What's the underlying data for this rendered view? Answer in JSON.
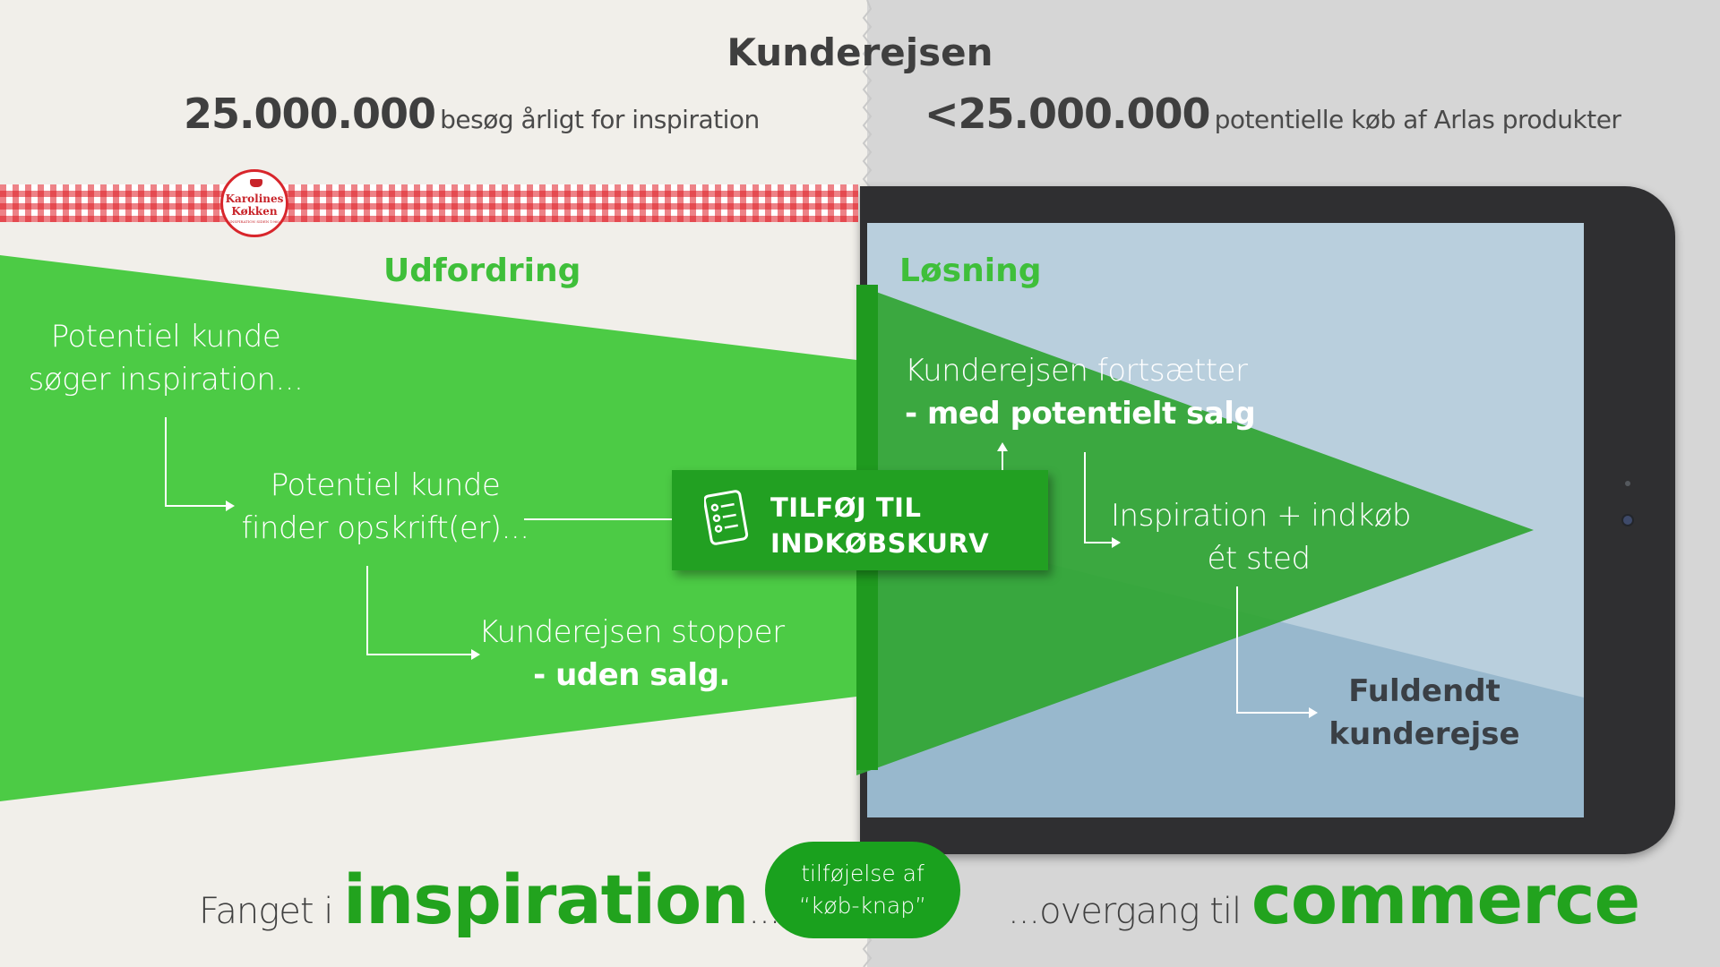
{
  "header": {
    "title": "Kunderejsen"
  },
  "stats": {
    "left": {
      "number": "25.000.000",
      "label": "besøg årligt for inspiration"
    },
    "right": {
      "number": "<25.000.000",
      "label": "potentielle køb af Arlas produkter"
    }
  },
  "logo": {
    "line1": "Karolines",
    "line2": "Køkken",
    "line3": "INSPIRATION SIDEN 1960"
  },
  "sections": {
    "challenge": "Udfordring",
    "solution": "Løsning"
  },
  "challenge_steps": [
    {
      "line1": "Potentiel kunde",
      "line2": "søger inspiration..."
    },
    {
      "line1": "Potentiel kunde",
      "line2": "finder opskrift(er)..."
    },
    {
      "line1": "Kunderejsen stopper",
      "line2": "- uden salg."
    }
  ],
  "solution_steps": [
    {
      "line1": "Kunderejsen fortsætter",
      "line2": "- med potentielt salg"
    },
    {
      "line1": "Inspiration + indkøb",
      "line2": "ét sted"
    },
    {
      "line1": "Fuldendt",
      "line2": "kunderejse"
    }
  ],
  "cart_button": {
    "line1": "TILFØJ TIL",
    "line2": "INDKØBSKURV",
    "icon": "shopping-list-icon"
  },
  "footer": {
    "left_prefix": "Fanget i ",
    "left_emphasis": "inspiration",
    "left_suffix": "...",
    "right_prefix": "...overgang til ",
    "right_emphasis": "commerce",
    "badge_line1": "tilføjelse af",
    "badge_line2": "“køb-knap”"
  },
  "colors": {
    "green": "#4ccb45",
    "dark_green": "#22a022",
    "red_check": "#de1c24",
    "screen_blue": "#b9cfdd"
  }
}
